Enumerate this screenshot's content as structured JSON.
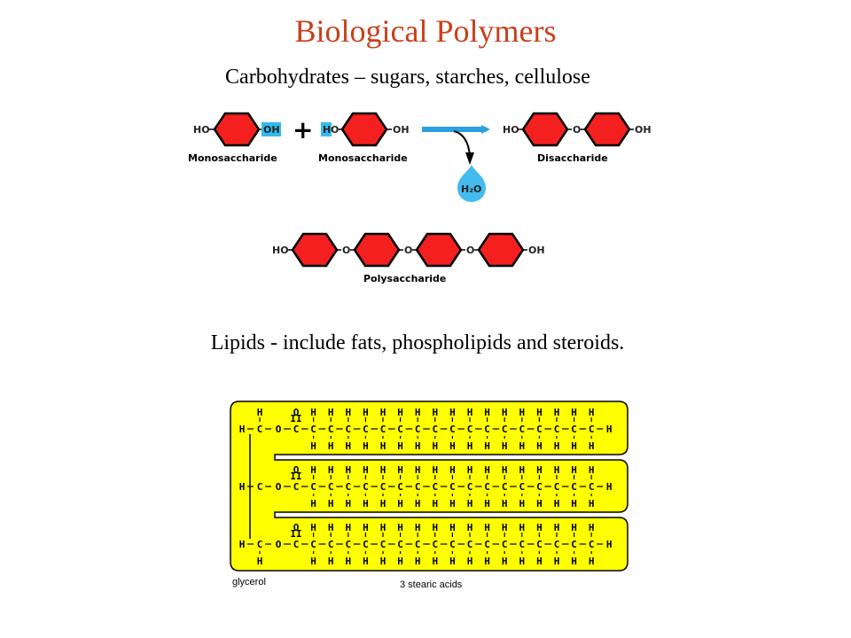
{
  "title": "Biological Polymers",
  "carbohydrates": {
    "heading": "Carbohydrates – sugars, starches, cellulose",
    "ho": "HO",
    "oh": "OH",
    "h": "H",
    "o": "O",
    "plus": "+",
    "monosaccharide_1": "Monosaccharide",
    "monosaccharide_2": "Monosaccharide",
    "disaccharide": "Disaccharide",
    "polysaccharide": "Polysaccharide",
    "water": "H₂O"
  },
  "lipids": {
    "heading": "Lipids - include fats, phospholipids and steroids.",
    "glycerol_label": "glycerol",
    "acids_label": "3 stearic acids",
    "atom_h": "H",
    "atom_c": "C",
    "atom_o": "O",
    "double_bond": "II"
  },
  "colors": {
    "ring_fill": "#f42020",
    "ring_stroke": "#000000",
    "highlight": "#33bbee",
    "arrow": "#2aa0e0",
    "water_drop": "#44bbee",
    "lipid_fill": "#ffff00",
    "title": "#c8401c"
  }
}
